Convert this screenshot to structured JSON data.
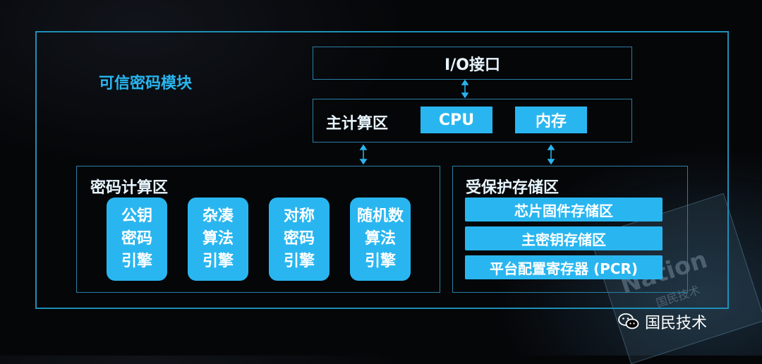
{
  "module_title": "可信密码模块",
  "io_interface": "I/O接口",
  "main_compute": {
    "label": "主计算区",
    "cpu": "CPU",
    "memory": "内存"
  },
  "crypto_zone": {
    "label": "密码计算区",
    "engines": [
      {
        "lines": [
          "公钥",
          "密码",
          "引擎"
        ]
      },
      {
        "lines": [
          "杂凑",
          "算法",
          "引擎"
        ]
      },
      {
        "lines": [
          "对称",
          "密码",
          "引擎"
        ]
      },
      {
        "lines": [
          "随机数",
          "算法",
          "引擎"
        ]
      }
    ]
  },
  "storage_zone": {
    "label": "受保护存储区",
    "items": [
      "芯片固件存储区",
      "主密钥存储区",
      "平台配置寄存器 (PCR)"
    ]
  },
  "watermark": {
    "brand": "Nation",
    "sub": "国民技术"
  },
  "wechat": {
    "name": "国民技术"
  },
  "colors": {
    "accent": "#29b6f0",
    "frame": "#1e8fb8",
    "background": "#050608"
  }
}
